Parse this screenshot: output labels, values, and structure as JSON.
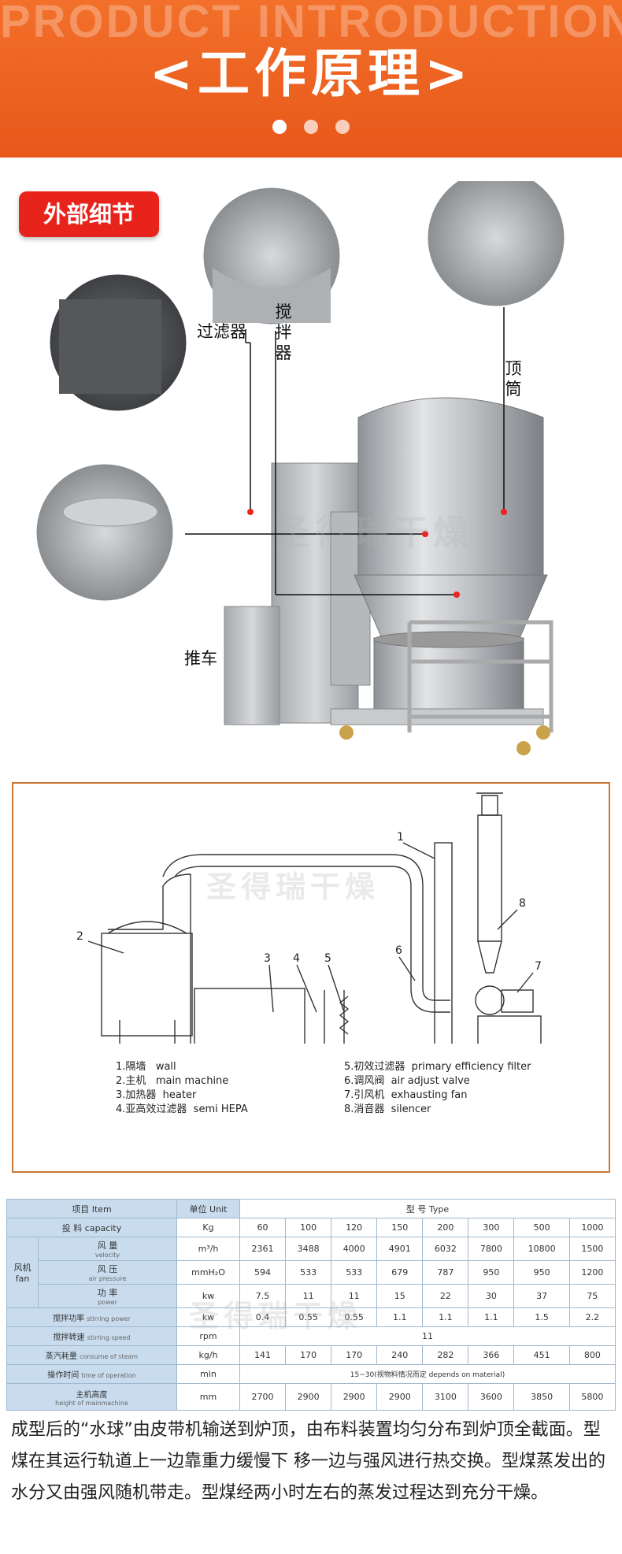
{
  "banner": {
    "watermark_en": "PRODUCT INTRODUCTION",
    "title": "<工作原理>",
    "dots": 3
  },
  "section_tag": "外部细节",
  "photo_labels": {
    "filter": "过滤器",
    "stirrer": "搅拌器",
    "top_cylinder": "顶筒",
    "cart": "推车"
  },
  "watermark": "圣得瑞干燥",
  "diagram": {
    "numbers": [
      "1",
      "2",
      "3",
      "4",
      "5",
      "6",
      "7",
      "8"
    ],
    "legend": [
      {
        "cn": "1.隔墙",
        "en": "wall"
      },
      {
        "cn": "2.主机",
        "en": "main machine"
      },
      {
        "cn": "3.加热器",
        "en": "heater"
      },
      {
        "cn": "4.亚高效过滤器",
        "en": "semi HEPA"
      },
      {
        "cn": "5.初效过滤器",
        "en": "primary efficiency filter"
      },
      {
        "cn": "6.调风阀",
        "en": "air adjust valve"
      },
      {
        "cn": "7.引风机",
        "en": "exhausting fan"
      },
      {
        "cn": "8.消音器",
        "en": "silencer"
      }
    ]
  },
  "spec_table": {
    "h_item": "项目 Item",
    "h_unit": "单位 Unit",
    "h_type": "型 号  Type",
    "rows": {
      "capacity": {
        "label": "投    料  capacity",
        "unit": "Kg",
        "values": [
          "60",
          "100",
          "120",
          "150",
          "200",
          "300",
          "500",
          "1000"
        ]
      },
      "fan_group": "风机\nfan",
      "velocity": {
        "cn": "风 量",
        "en": "velocity",
        "unit": "m³/h",
        "values": [
          "2361",
          "3488",
          "4000",
          "4901",
          "6032",
          "7800",
          "10800",
          "1500"
        ]
      },
      "pressure": {
        "cn": "风 压",
        "en": "air pressure",
        "unit": "mmH₂O",
        "values": [
          "594",
          "533",
          "533",
          "679",
          "787",
          "950",
          "950",
          "1200"
        ]
      },
      "power": {
        "cn": "功 率",
        "en": "power",
        "unit": "kw",
        "values": [
          "7.5",
          "11",
          "11",
          "15",
          "22",
          "30",
          "37",
          "75"
        ]
      },
      "stir_power": {
        "cn": "搅拌功率",
        "en": "stirring power",
        "unit": "kw",
        "values": [
          "0.4",
          "0.55",
          "0.55",
          "1.1",
          "1.1",
          "1.1",
          "1.5",
          "2.2"
        ]
      },
      "stir_speed": {
        "cn": "搅拌转速",
        "en": "stirring speed",
        "unit": "rpm",
        "value": "11"
      },
      "steam": {
        "cn": "蒸汽耗量",
        "en": "consume of steam",
        "unit": "kg/h",
        "values": [
          "141",
          "170",
          "170",
          "240",
          "282",
          "366",
          "451",
          "800"
        ]
      },
      "time": {
        "cn": "操作时间",
        "en": "time of operation",
        "unit": "min",
        "value": "15~30(视物料情况而定 depends on material)"
      },
      "height": {
        "cn": "主机高度",
        "en": "height of mainmachine",
        "unit": "mm",
        "values": [
          "2700",
          "2900",
          "2900",
          "2900",
          "3100",
          "3600",
          "3850",
          "5800"
        ]
      }
    }
  },
  "description": "成型后的“水球”由皮带机输送到炉顶，由布料装置均匀分布到炉顶全截面。型煤在其运行轨道上一边靠重力缓慢下 移一边与强风进行热交换。型煤蒸发出的水分又由强风随机带走。型煤经两小时左右的蒸发过程达到充分干燥。"
}
